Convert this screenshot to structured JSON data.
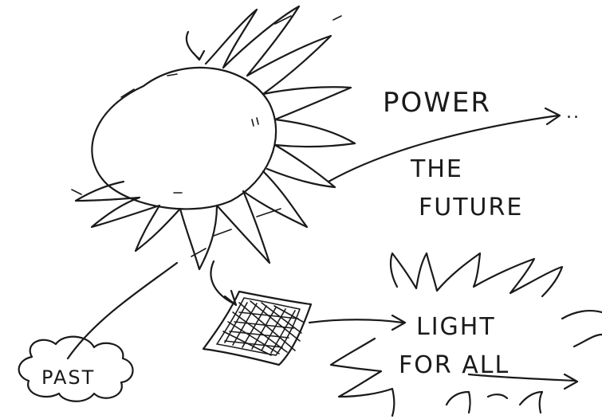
{
  "labels": {
    "power": "POWER",
    "ellipsis": "..",
    "the": "THE",
    "future": "FUTURE",
    "light": "LIGHT",
    "for_all": "FOR ALL",
    "past": "PAST"
  },
  "colors": {
    "ink": "#1a1a1a",
    "paper": "#ffffff"
  }
}
